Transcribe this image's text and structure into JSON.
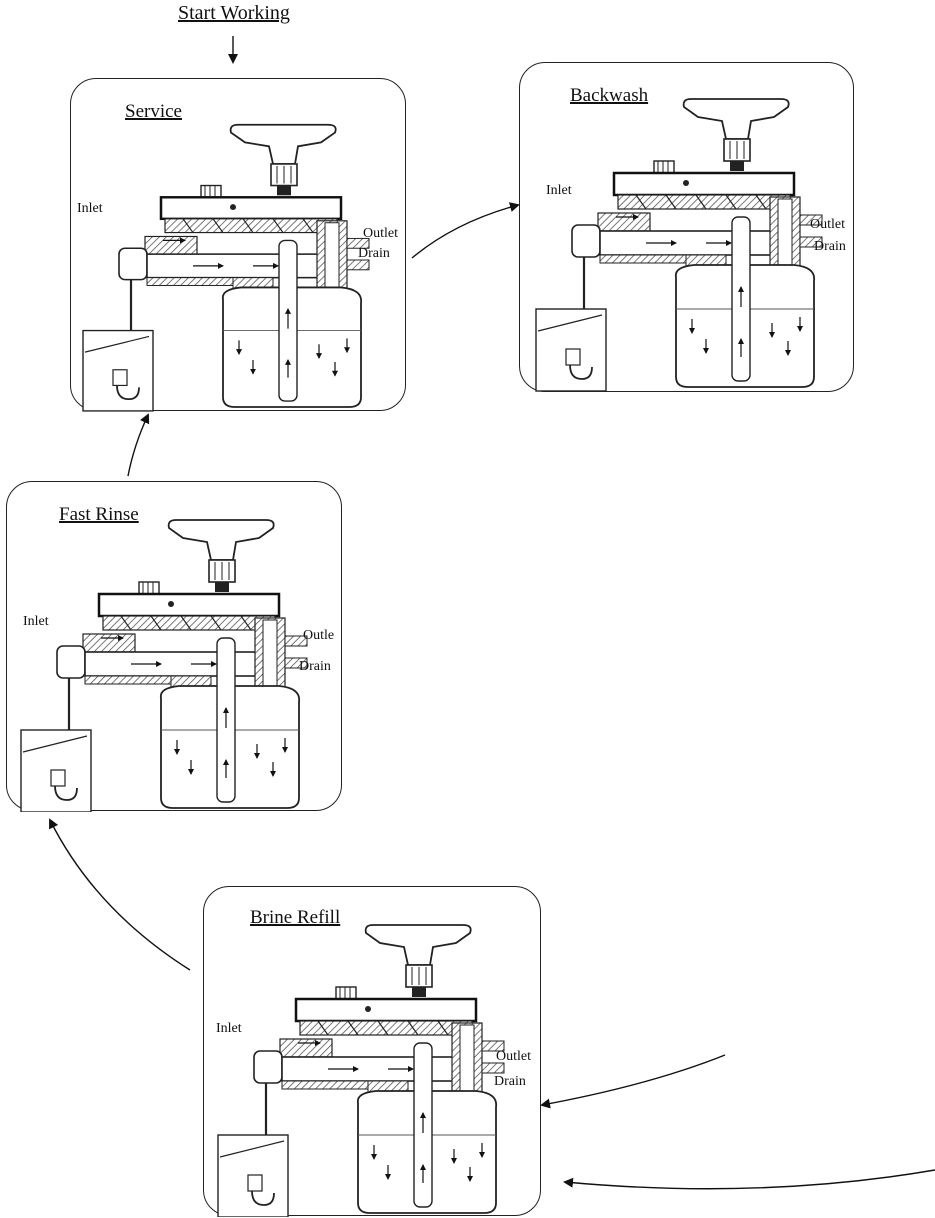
{
  "header": {
    "start": "Start Working"
  },
  "panels": {
    "service": {
      "title": "Service",
      "inlet": "Inlet",
      "outlet": "Outlet",
      "drain": "Drain"
    },
    "backwash": {
      "title": "Backwash",
      "inlet": "Inlet",
      "outlet": "Outlet",
      "drain": "Drain"
    },
    "fast_rinse": {
      "title": "Fast Rinse",
      "inlet": "Inlet",
      "outlet": "Outle",
      "drain": "Drain"
    },
    "brine_refill": {
      "title": "Brine Refill",
      "inlet": "Inlet",
      "outlet": "Outlet",
      "drain": "Drain"
    }
  },
  "colors": {
    "line": "#222222",
    "hatch": "#888888",
    "background": "#ffffff"
  }
}
